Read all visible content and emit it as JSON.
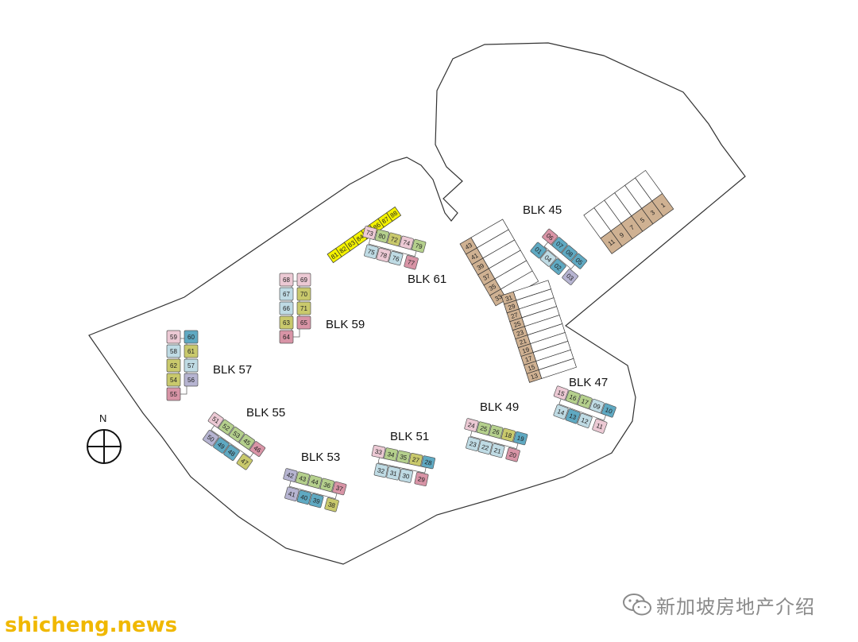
{
  "north_label": "N",
  "watermark": {
    "icon": "wechat-icon",
    "text": "新加坡房地产介绍"
  },
  "brand": {
    "text": "shicheng.news",
    "color": "#f0b800"
  },
  "colors": {
    "pink": "#ecc9d4",
    "rose": "#d894a6",
    "blue": "#5fa9c2",
    "lightblue": "#bfdbe4",
    "green": "#b4cf8c",
    "olive": "#c9c96c",
    "lavender": "#b6b4d1",
    "tan": "#cfb192",
    "yellow": "#f4f200"
  },
  "blocks": [
    {
      "label": "BLK 45",
      "units": [
        "06",
        "07",
        "08",
        "05",
        "01",
        "04",
        "02",
        "03"
      ]
    },
    {
      "label": "BLK 47",
      "units": [
        "15",
        "16",
        "17",
        "09",
        "10",
        "14",
        "13",
        "12",
        "11"
      ]
    },
    {
      "label": "BLK 49",
      "units": [
        "24",
        "25",
        "26",
        "18",
        "19",
        "23",
        "22",
        "21",
        "20"
      ]
    },
    {
      "label": "BLK 51",
      "units": [
        "33",
        "34",
        "35",
        "27",
        "28",
        "32",
        "31",
        "30",
        "29"
      ]
    },
    {
      "label": "BLK 53",
      "units": [
        "42",
        "43",
        "44",
        "36",
        "37",
        "41",
        "40",
        "39",
        "38"
      ]
    },
    {
      "label": "BLK 55",
      "units": [
        "51",
        "52",
        "53",
        "45",
        "46",
        "50",
        "49",
        "48",
        "47"
      ]
    },
    {
      "label": "BLK 57",
      "units": [
        "59",
        "60",
        "58",
        "61",
        "62",
        "57",
        "54",
        "56",
        "55"
      ]
    },
    {
      "label": "BLK 59",
      "units": [
        "68",
        "69",
        "67",
        "70",
        "66",
        "71",
        "63",
        "65",
        "64"
      ]
    },
    {
      "label": "BLK 61",
      "units": [
        "73",
        "80",
        "72",
        "74",
        "79",
        "75",
        "78",
        "76",
        "77"
      ]
    }
  ],
  "terrace_rows": [
    {
      "name": "terraces-far-east",
      "units": [
        "11",
        "9",
        "7",
        "5",
        "3",
        "1"
      ]
    },
    {
      "name": "terraces-east-upper",
      "units": [
        "43",
        "41",
        "39",
        "37",
        "35",
        "33"
      ]
    },
    {
      "name": "terraces-east-lower",
      "units": [
        "31",
        "29",
        "27",
        "25",
        "23",
        "21",
        "19",
        "17",
        "15",
        "13"
      ]
    },
    {
      "name": "terraces-yellow",
      "units": [
        "81",
        "82",
        "83",
        "84",
        "85",
        "86",
        "87",
        "88"
      ]
    }
  ]
}
